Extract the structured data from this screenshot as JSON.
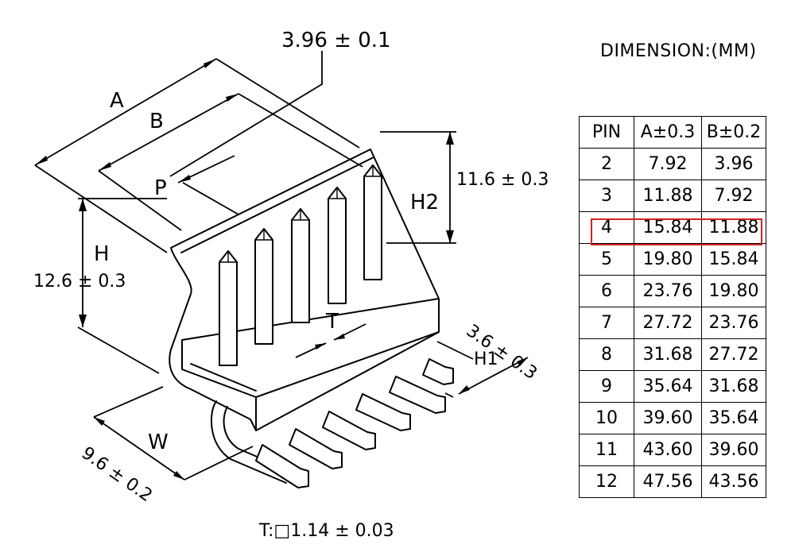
{
  "labels": {
    "pitch": "3.96 ± 0.1",
    "dim_a": "A",
    "dim_b": "B",
    "dim_p": "P",
    "dim_h": "H",
    "dim_h_value": "12.6 ± 0.3",
    "dim_h2": "H2",
    "dim_h2_value": "11.6 ± 0.3",
    "dim_t": "T",
    "dim_h1": "H1",
    "dim_h1_value": "3.6 ± 0.3",
    "dim_w": "W",
    "dim_w_value": "9.6 ± 0.2",
    "terminal": "T:□1.14 ± 0.03"
  },
  "table": {
    "title": "DIMENSION:(MM)",
    "headers": [
      "PIN",
      "A±0.3",
      "B±0.2"
    ],
    "rows": [
      [
        "2",
        "7.92",
        "3.96"
      ],
      [
        "3",
        "11.88",
        "7.92"
      ],
      [
        "4",
        "15.84",
        "11.88"
      ],
      [
        "5",
        "19.80",
        "15.84"
      ],
      [
        "6",
        "23.76",
        "19.80"
      ],
      [
        "7",
        "27.72",
        "23.76"
      ],
      [
        "8",
        "31.68",
        "27.72"
      ],
      [
        "9",
        "35.64",
        "31.68"
      ],
      [
        "10",
        "39.60",
        "35.64"
      ],
      [
        "11",
        "43.60",
        "39.60"
      ],
      [
        "12",
        "47.56",
        "43.56"
      ]
    ],
    "highlighted_row": 2,
    "highlight_color": "#d32222"
  }
}
